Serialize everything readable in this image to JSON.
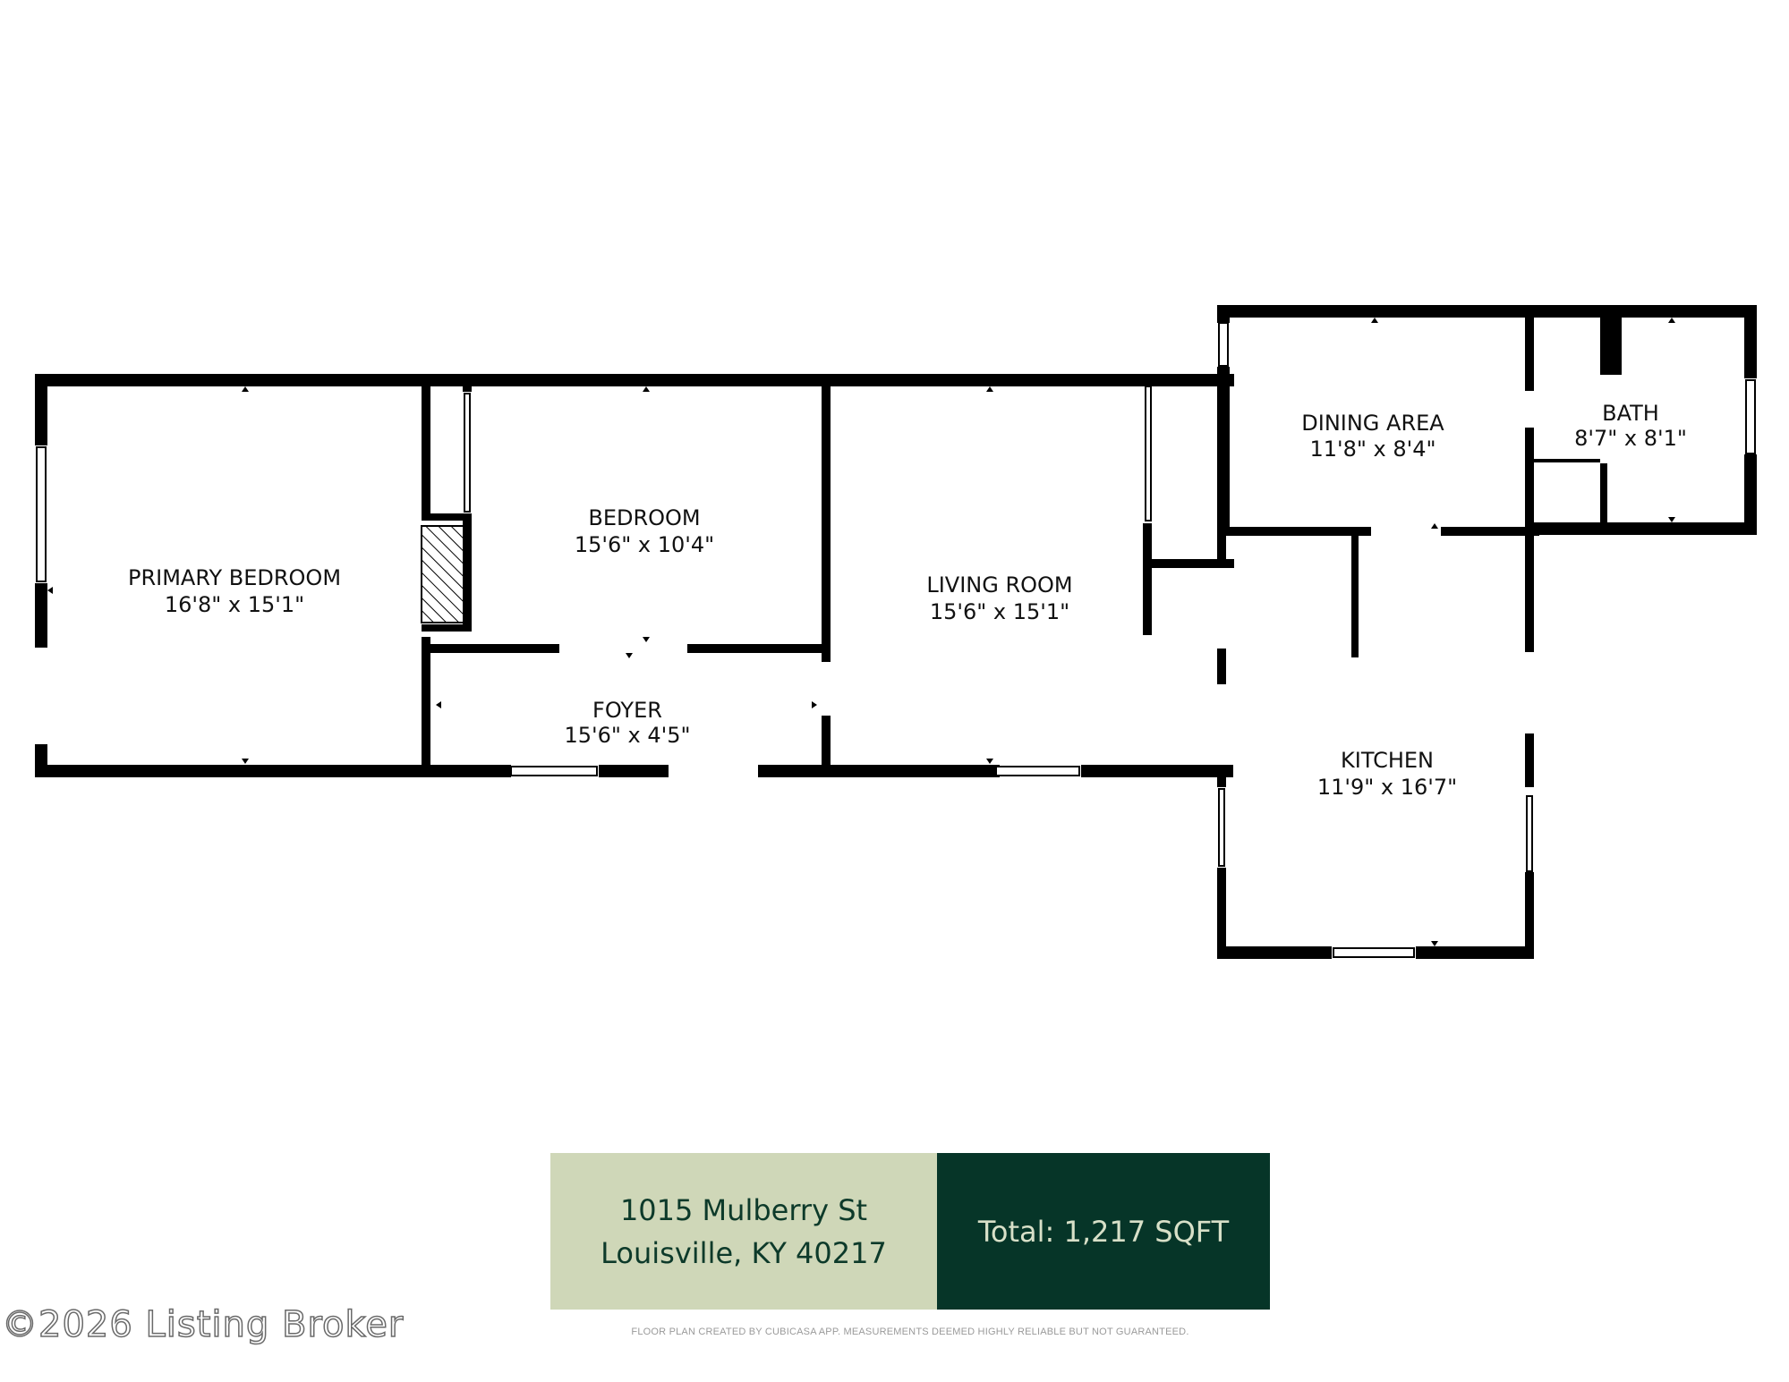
{
  "rooms": {
    "primary_bedroom": {
      "name": "PRIMARY BEDROOM",
      "dims": "16'8\" x 15'1\""
    },
    "bedroom": {
      "name": "BEDROOM",
      "dims": "15'6\" x 10'4\""
    },
    "living_room": {
      "name": "LIVING ROOM",
      "dims": "15'6\" x 15'1\""
    },
    "dining_area": {
      "name": "DINING AREA",
      "dims": "11'8\" x 8'4\""
    },
    "bath": {
      "name": "BATH",
      "dims": "8'7\" x 8'1\""
    },
    "foyer": {
      "name": "FOYER",
      "dims": "15'6\" x 4'5\""
    },
    "kitchen": {
      "name": "KITCHEN",
      "dims": "11'9\" x 16'7\""
    }
  },
  "banner": {
    "address_line1": "1015 Mulberry St",
    "address_line2": "Louisville, KY 40217",
    "total": "Total:  1,217 SQFT"
  },
  "disclaimer": "FLOOR PLAN CREATED BY CUBICASA APP. MEASUREMENTS DEEMED HIGHLY RELIABLE BUT NOT GUARANTEED.",
  "watermark": "©2026 Listing Broker",
  "colors": {
    "wall": "#000000",
    "banner_light": "#cfd7b8",
    "banner_dark": "#063528"
  }
}
